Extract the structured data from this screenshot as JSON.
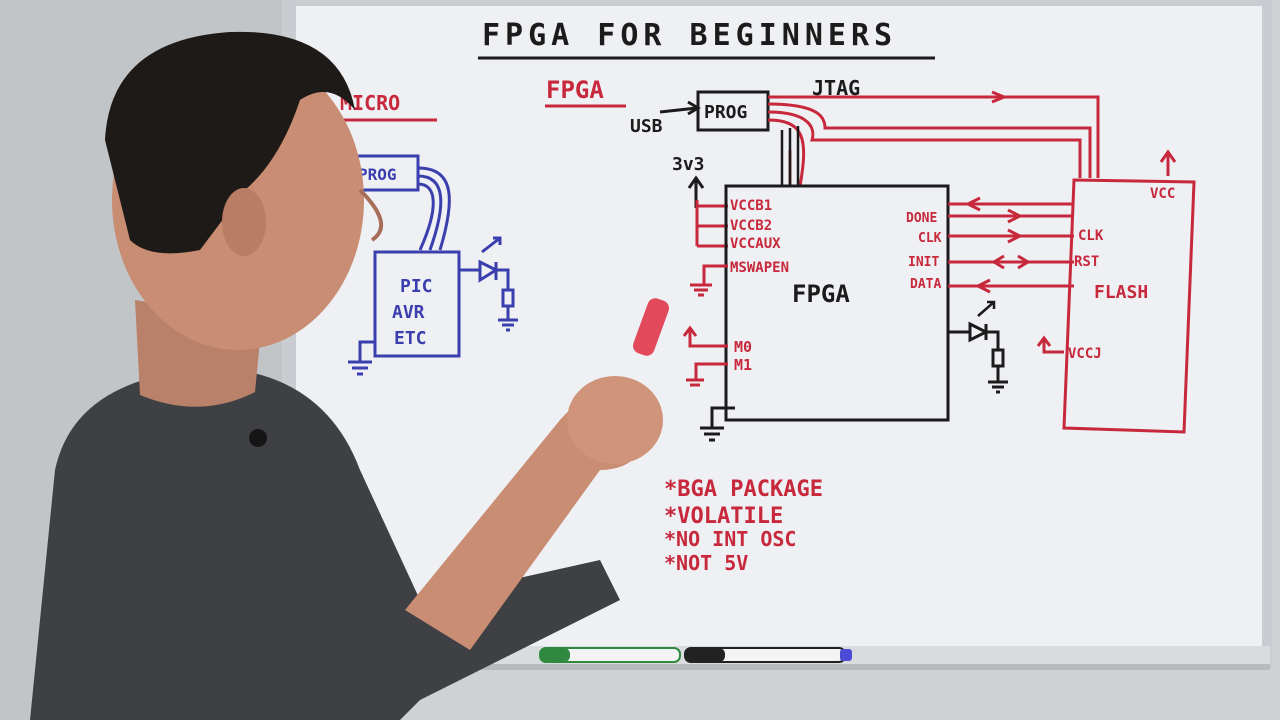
{
  "board": {
    "title": "FPGA FOR BEGINNERS",
    "micro_heading": "MICRO",
    "fpga_heading": "FPGA",
    "micro_prog": "PROG",
    "micro_chip": [
      "PIC",
      "AVR",
      "ETC"
    ],
    "usb": "USB",
    "prog": "PROG",
    "jtag": "JTAG",
    "supply": "3v3",
    "fpga_label": "FPGA",
    "fpga_pins_left": [
      "VCCB1",
      "VCCB2",
      "VCCAUX",
      "MSWAPEN",
      "M0",
      "M1"
    ],
    "fpga_pins_right": [
      "DONE",
      "CLK",
      "INIT",
      "DATA"
    ],
    "flash_label": "FLASH",
    "flash_pins": [
      "CLK",
      "RST",
      "VCCJ"
    ],
    "flash_vcc": "VCC",
    "notes": [
      "*BGA PACKAGE",
      "*VOLATILE",
      "*NO INT OSC",
      "*NOT 5V"
    ]
  },
  "colors": {
    "wall": "#cfd2d4",
    "board": "#eef0f3",
    "frame": "#c9ccd0",
    "ink_black": "#1b1b1b",
    "ink_red": "#c8283c",
    "ink_blue": "#3b3fae",
    "shirt": "#3f4043",
    "skin": "#c98d74",
    "hair": "#1e1a18"
  }
}
